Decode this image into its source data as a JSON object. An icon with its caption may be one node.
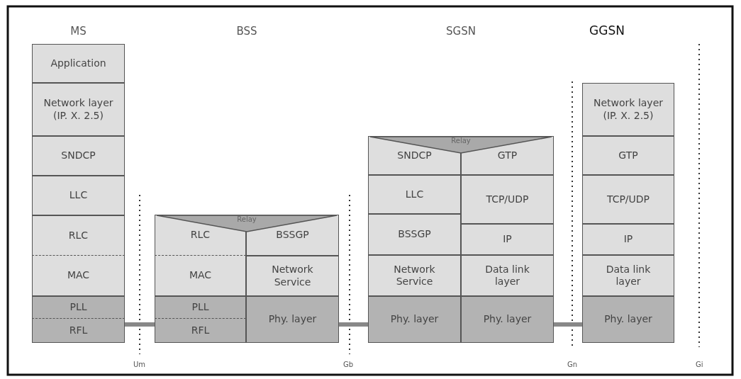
{
  "diagram": {
    "nodes": [
      {
        "text": [
          "MS"
        ]
      },
      {
        "text": [
          "Application"
        ],
        "in": 0
      },
      {
        "text": [
          "Network layer (IP. X. 2.5)"
        ],
        "in": 0
      },
      {
        "text": [
          "SNDCP"
        ],
        "in": 0
      },
      {
        "text": [
          "LLC"
        ],
        "in": 0
      },
      {
        "text": [
          "RLC"
        ],
        "in": 0
      },
      {
        "text": [
          "MAC"
        ],
        "in": 0
      },
      {
        "text": [
          "PLL"
        ],
        "in": 0
      },
      {
        "text": [
          "RFL"
        ],
        "in": 0
      },
      {
        "text": [
          "BSS"
        ]
      },
      {
        "text": [
          "Relay"
        ],
        "in": 9
      },
      {
        "text": [
          "RLC"
        ],
        "in": 9
      },
      {
        "text": [
          "MAC"
        ],
        "in": 9
      },
      {
        "text": [
          "PLL"
        ],
        "in": 9
      },
      {
        "text": [
          "RFL"
        ],
        "in": 9
      },
      {
        "text": [
          "BSSGP"
        ],
        "in": 9
      },
      {
        "text": [
          "Network Service"
        ],
        "in": 9
      },
      {
        "text": [
          "Phy. layer"
        ],
        "in": 9
      },
      {
        "text": [
          "SGSN"
        ]
      },
      {
        "text": [
          "Relay"
        ],
        "in": 18
      },
      {
        "text": [
          "SNDCP"
        ],
        "in": 18
      },
      {
        "text": [
          "LLC"
        ],
        "in": 18
      },
      {
        "text": [
          "BSSGP"
        ],
        "in": 18
      },
      {
        "text": [
          "Network Service"
        ],
        "in": 18
      },
      {
        "text": [
          "Phy. layer"
        ],
        "in": 18
      },
      {
        "text": [
          "GTP"
        ],
        "in": 18
      },
      {
        "text": [
          "TCP/UDP"
        ],
        "in": 18
      },
      {
        "text": [
          "IP"
        ],
        "in": 18
      },
      {
        "text": [
          "Data link layer"
        ],
        "in": 18
      },
      {
        "text": [
          "Phy. layer"
        ],
        "in": 18
      },
      {
        "text": [
          "GGSN"
        ]
      },
      {
        "text": [
          "Network layer (IP. X. 2.5)"
        ],
        "in": 30
      },
      {
        "text": [
          "GTP"
        ],
        "in": 30
      },
      {
        "text": [
          "TCP/UDP"
        ],
        "in": 30
      },
      {
        "text": [
          "IP"
        ],
        "in": 30
      },
      {
        "text": [
          "Data link layer"
        ],
        "in": 30
      },
      {
        "text": [
          "Phy. layer"
        ],
        "in": 30
      }
    ],
    "edges": [
      {
        "from": 8,
        "to": 14,
        "arrow": "none"
      },
      {
        "from": 17,
        "to": 24,
        "arrow": "none"
      },
      {
        "from": 29,
        "to": 36,
        "arrow": "none"
      }
    ],
    "labels": [
      "Um",
      "Gb",
      "Gn",
      "Gi"
    ]
  }
}
